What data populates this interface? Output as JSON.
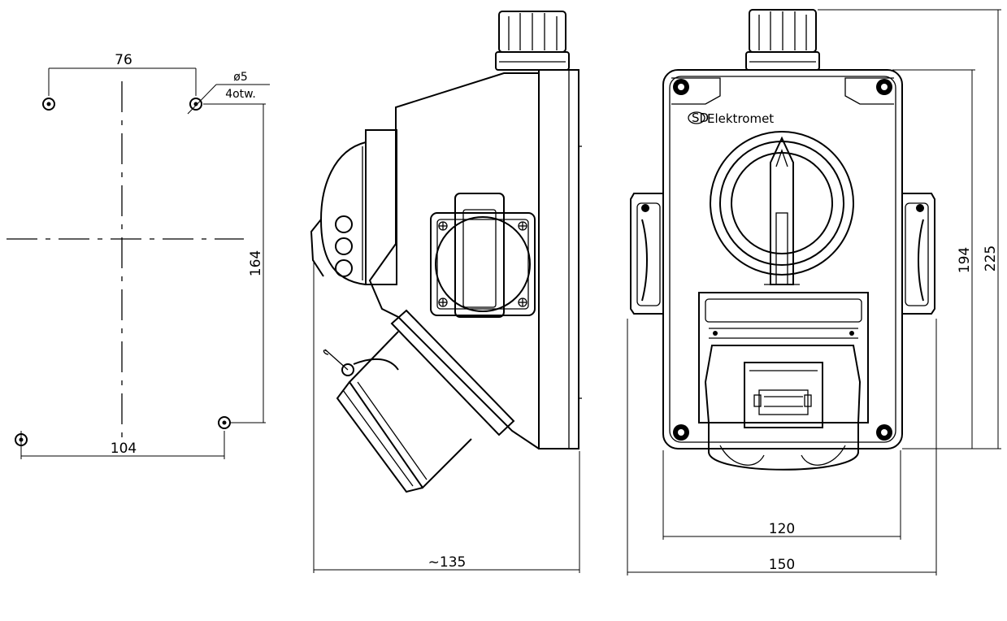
{
  "mounting": {
    "dim_top": "76",
    "dim_bottom": "104",
    "dim_height": "164",
    "hole_diameter": "ø5",
    "hole_count": "4otw."
  },
  "side_view": {
    "dim_depth": "~135"
  },
  "front_view": {
    "brand": "Elektromet",
    "dim_inner_width": "120",
    "dim_width": "150",
    "dim_inner_height": "194",
    "dim_height": "225"
  }
}
